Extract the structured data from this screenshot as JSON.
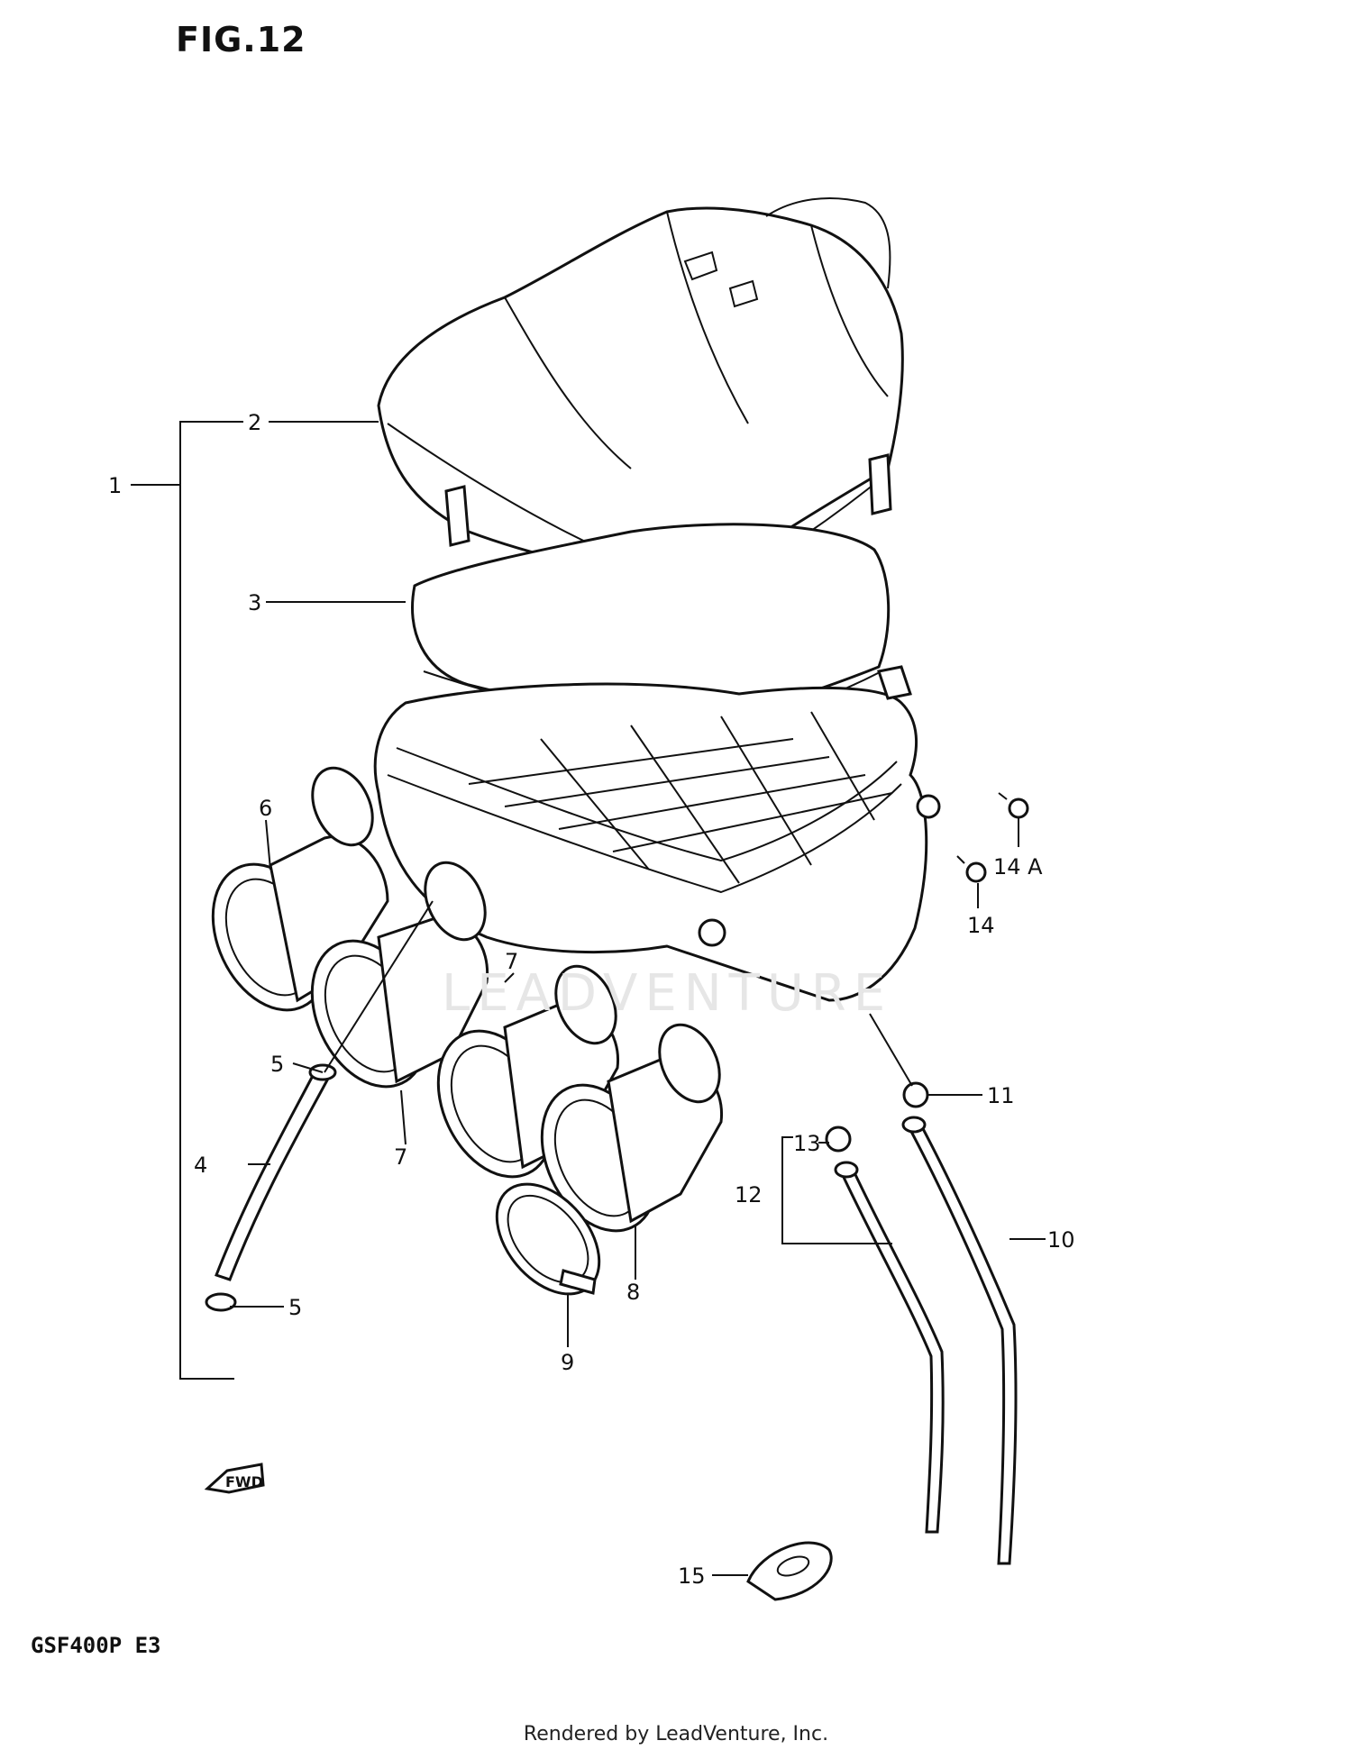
{
  "figure": {
    "title": "FIG.12",
    "model": "GSF400P E3",
    "watermark": "LEADVENTURE",
    "footer": "Rendered by LeadVenture, Inc."
  },
  "direction_tag": "FWD",
  "callouts": [
    {
      "id": "c1",
      "label": "1"
    },
    {
      "id": "c2",
      "label": "2"
    },
    {
      "id": "c3",
      "label": "3"
    },
    {
      "id": "c4",
      "label": "4"
    },
    {
      "id": "c5a",
      "label": "5"
    },
    {
      "id": "c5b",
      "label": "5"
    },
    {
      "id": "c6",
      "label": "6"
    },
    {
      "id": "c7a",
      "label": "7"
    },
    {
      "id": "c7b",
      "label": "7"
    },
    {
      "id": "c8",
      "label": "8"
    },
    {
      "id": "c9",
      "label": "9"
    },
    {
      "id": "c10",
      "label": "10"
    },
    {
      "id": "c11",
      "label": "11"
    },
    {
      "id": "c12",
      "label": "12"
    },
    {
      "id": "c13",
      "label": "13"
    },
    {
      "id": "c14",
      "label": "14"
    },
    {
      "id": "c14a",
      "label": "14 A"
    },
    {
      "id": "c15",
      "label": "15"
    }
  ]
}
